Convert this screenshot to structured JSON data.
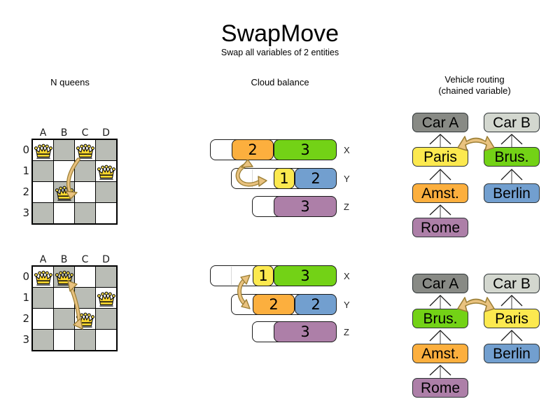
{
  "title": "SwapMove",
  "subtitle": "Swap all variables of 2 entities",
  "sections": {
    "nqueens": {
      "header": "N queens"
    },
    "cloud": {
      "header": "Cloud balance"
    },
    "vehicle": {
      "header_line1": "Vehicle routing",
      "header_line2": "(chained variable)"
    }
  },
  "palette": {
    "yellow": "#FCE94F",
    "orange": "#FCAF3E",
    "green": "#73D216",
    "blue": "#729FCF",
    "purple": "#AD7FA8",
    "car_dark_gray": "#888A85",
    "car_light_gray": "#D3D7CF",
    "board_dark_square": "#BABDB6",
    "board_light_square": "#FFFFFF",
    "swap_arrow_fill": "#E9C27F",
    "swap_arrow_stroke": "#9C7F35",
    "queen_gold": "#FFD92E"
  },
  "nqueens": {
    "col_labels": [
      "A",
      "B",
      "C",
      "D"
    ],
    "row_labels": [
      "0",
      "1",
      "2",
      "3"
    ],
    "before": {
      "queens": [
        "A0",
        "C0",
        "D1",
        "B2"
      ],
      "swapped_cells": [
        "C0",
        "B2"
      ]
    },
    "after": {
      "queens": [
        "A0",
        "B0",
        "D1",
        "C2"
      ],
      "swapped_cells": [
        "B0",
        "C2"
      ]
    }
  },
  "cloud": {
    "before": {
      "rows": [
        {
          "label": "X",
          "capacity": 6,
          "free_units": 1,
          "segments": [
            {
              "value": "2",
              "units": 2,
              "color": "#FCAF3E"
            },
            {
              "value": "3",
              "units": 3,
              "color": "#73D216"
            }
          ]
        },
        {
          "label": "Y",
          "capacity": 5,
          "free_units": 2,
          "segments": [
            {
              "value": "1",
              "units": 1,
              "color": "#FCE94F"
            },
            {
              "value": "2",
              "units": 2,
              "color": "#729FCF"
            }
          ]
        },
        {
          "label": "Z",
          "capacity": 4,
          "free_units": 1,
          "segments": [
            {
              "value": "3",
              "units": 3,
              "color": "#AD7FA8"
            }
          ]
        }
      ]
    },
    "after": {
      "rows": [
        {
          "label": "X",
          "capacity": 6,
          "free_units": 2,
          "segments": [
            {
              "value": "1",
              "units": 1,
              "color": "#FCE94F"
            },
            {
              "value": "3",
              "units": 3,
              "color": "#73D216"
            }
          ]
        },
        {
          "label": "Y",
          "capacity": 5,
          "free_units": 1,
          "segments": [
            {
              "value": "2",
              "units": 2,
              "color": "#FCAF3E"
            },
            {
              "value": "2",
              "units": 2,
              "color": "#729FCF"
            }
          ]
        },
        {
          "label": "Z",
          "capacity": 4,
          "free_units": 1,
          "segments": [
            {
              "value": "3",
              "units": 3,
              "color": "#AD7FA8"
            }
          ]
        }
      ]
    }
  },
  "vehicle": {
    "before": {
      "left_chain": [
        {
          "label": "Car A",
          "color": "#888A85"
        },
        {
          "label": "Paris",
          "color": "#FCE94F"
        },
        {
          "label": "Amst.",
          "color": "#FCAF3E"
        },
        {
          "label": "Rome",
          "color": "#AD7FA8"
        }
      ],
      "right_chain": [
        {
          "label": "Car B",
          "color": "#D3D7CF"
        },
        {
          "label": "Brus.",
          "color": "#73D216"
        },
        {
          "label": "Berlin",
          "color": "#729FCF"
        }
      ],
      "swapped": [
        "Paris",
        "Brus."
      ]
    },
    "after": {
      "left_chain": [
        {
          "label": "Car A",
          "color": "#888A85"
        },
        {
          "label": "Brus.",
          "color": "#73D216"
        },
        {
          "label": "Amst.",
          "color": "#FCAF3E"
        },
        {
          "label": "Rome",
          "color": "#AD7FA8"
        }
      ],
      "right_chain": [
        {
          "label": "Car B",
          "color": "#D3D7CF"
        },
        {
          "label": "Paris",
          "color": "#FCE94F"
        },
        {
          "label": "Berlin",
          "color": "#729FCF"
        }
      ],
      "swapped": [
        "Brus.",
        "Paris"
      ]
    }
  }
}
